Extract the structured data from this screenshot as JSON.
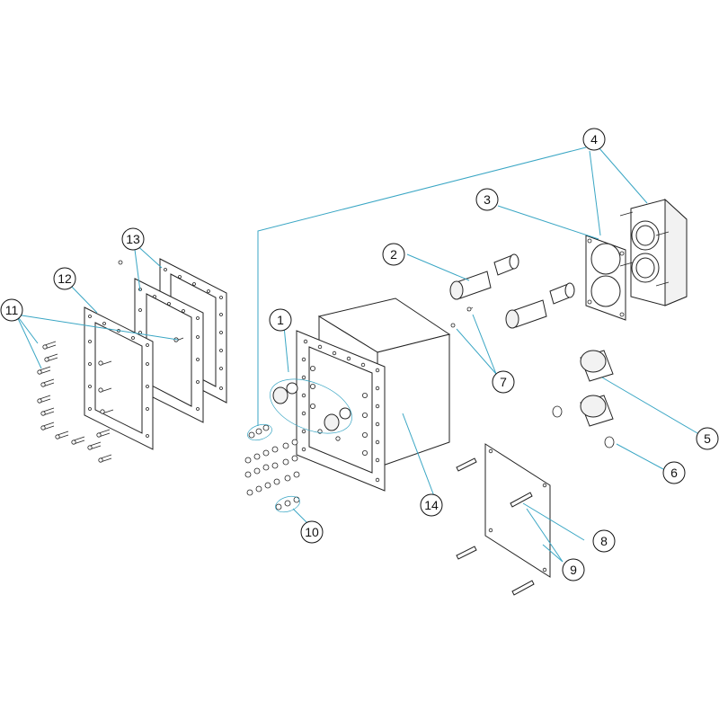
{
  "callouts": [
    {
      "id": "1",
      "label": "1"
    },
    {
      "id": "2",
      "label": "2"
    },
    {
      "id": "3",
      "label": "3"
    },
    {
      "id": "4",
      "label": "4"
    },
    {
      "id": "5",
      "label": "5"
    },
    {
      "id": "6",
      "label": "6"
    },
    {
      "id": "7",
      "label": "7"
    },
    {
      "id": "8",
      "label": "8"
    },
    {
      "id": "9",
      "label": "9"
    },
    {
      "id": "10",
      "label": "10"
    },
    {
      "id": "11",
      "label": "11"
    },
    {
      "id": "12",
      "label": "12"
    },
    {
      "id": "13",
      "label": "13"
    },
    {
      "id": "14",
      "label": "14"
    }
  ],
  "colors": {
    "leader": "#3aa6c4",
    "outline": "#222222",
    "background": "#ffffff"
  }
}
